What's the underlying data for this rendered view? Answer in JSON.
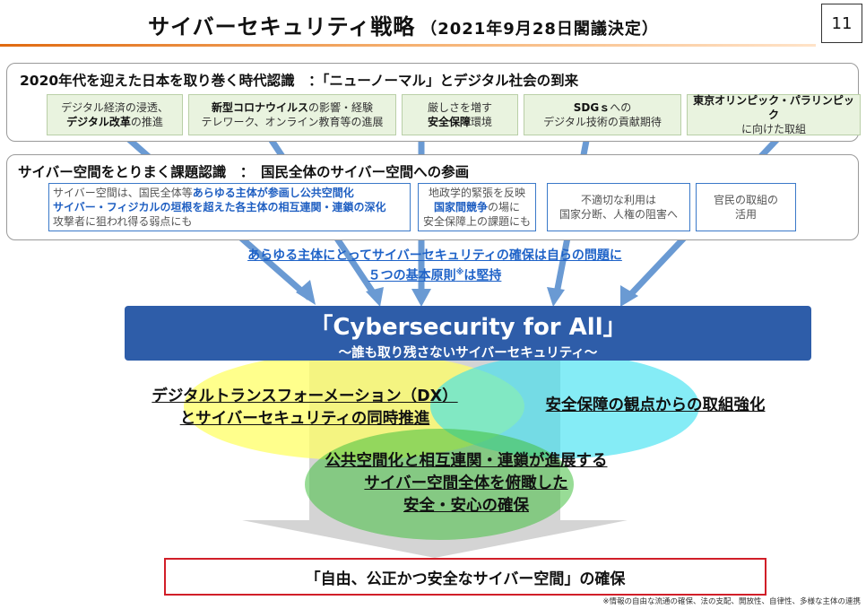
{
  "header": {
    "title": "サイバーセキュリティ戦略",
    "subtitle": "（2021年9月28日閣議決定）",
    "page_number": "11"
  },
  "era_panel": {
    "title": "2020年代を迎えた日本を取り巻く時代認識　：「ニューノーマル」とデジタル社会の到来",
    "boxes": [
      {
        "line1": "デジタル経済の浸透、",
        "line2_bold": "デジタル改革",
        "line2_rest": "の推進"
      },
      {
        "line1_bold": "新型コロナウイルス",
        "line1_rest": "の影響・経験",
        "line2": "テレワーク、オンライン教育等の進展"
      },
      {
        "line1": "厳しさを増す",
        "line2_bold": "安全保障",
        "line2_rest": "環境"
      },
      {
        "line1_bold": "SDGｓ",
        "line1_rest": "への",
        "line2": "デジタル技術の貢献期待"
      },
      {
        "line1_bold": "東京オリンピック・パラリンピック",
        "line2": "に向けた取組"
      }
    ]
  },
  "issue_panel": {
    "title": "サイバー空間をとりまく課題認識　：　国民全体のサイバー空間への参画",
    "box1": {
      "l1_a": "サイバー空間は、国民全体等",
      "l1_b": "あらゆる主体が参画し公共空間化",
      "l2": "サイバー・フィジカルの垣根を超えた各主体の相互連関・連鎖の深化",
      "l3": "攻撃者に狙われ得る弱点にも"
    },
    "box2": {
      "l1": "地政学的緊張を反映",
      "l2_bold": "国家間競争",
      "l2_rest": "の場に",
      "l3": "安全保障上の課題にも"
    },
    "box3": {
      "l1": "不適切な利用は",
      "l2": "国家分断、人権の阻害へ"
    },
    "box4": {
      "l1": "官民の取組の",
      "l2": "活用"
    }
  },
  "principle": {
    "line1": "あらゆる主体にとってサイバーセキュリティの確保は自らの問題に",
    "line2_a": "５つの基本原則",
    "line2_mark": "※",
    "line2_b": "は堅持"
  },
  "banner": {
    "title": "「Cybersecurity for All」",
    "subtitle": "～誰も取り残さないサイバーセキュリティ～"
  },
  "pillars": {
    "dx_line1": "デジタルトランスフォーメーション（DX）",
    "dx_line2": "とサイバーセキュリティの同時推進",
    "security": "安全保障の観点からの取組強化",
    "public_line1": "公共空間化と相互連関・連鎖が進展する",
    "public_line2": "サイバー空間全体を俯瞰した",
    "public_line3": "安全・安心の確保"
  },
  "goal": "「自由、公正かつ安全なサイバー空間」の確保",
  "footnote": "※情報の自由な流通の確保、法の支配、開放性、自律性、多様な主体の連携",
  "colors": {
    "accent_orange": "#e06a10",
    "banner_blue": "#2e5da9",
    "arrow_blue": "#6a9ad3",
    "goal_red": "#d11e28",
    "circle_yellow": "#ffff66",
    "circle_cyan": "#33e0f0",
    "circle_green": "#44c040"
  }
}
